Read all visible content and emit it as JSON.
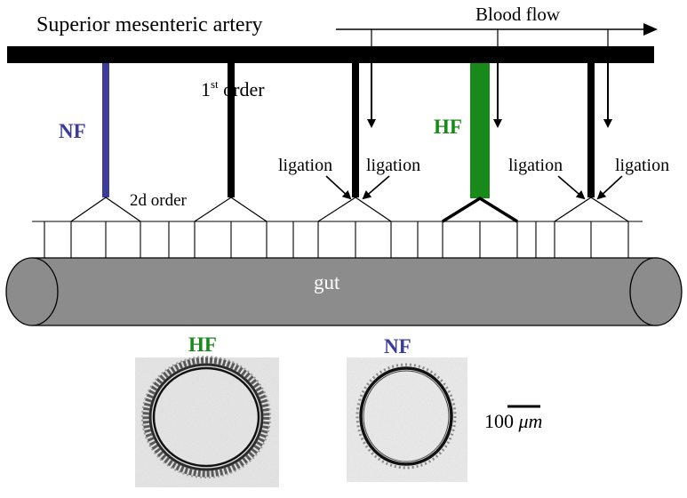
{
  "artery_label": "Superior mesenteric artery",
  "flow_label": "Blood flow",
  "first_order": {
    "base": "1",
    "sup": "st",
    "rest": " order"
  },
  "second_order_label": "2d order",
  "ligation_label": "ligation",
  "nf_label": "NF",
  "hf_label": "HF",
  "gut_label": "gut",
  "micrograph_hf_label": "HF",
  "micrograph_nf_label": "NF",
  "scalebar": {
    "value": "100",
    "unit": "μm"
  },
  "colors": {
    "nf": "#3c3c9c",
    "hf": "#178a1a",
    "gut_fill": "#8c8c8c",
    "artery": "#000000"
  }
}
